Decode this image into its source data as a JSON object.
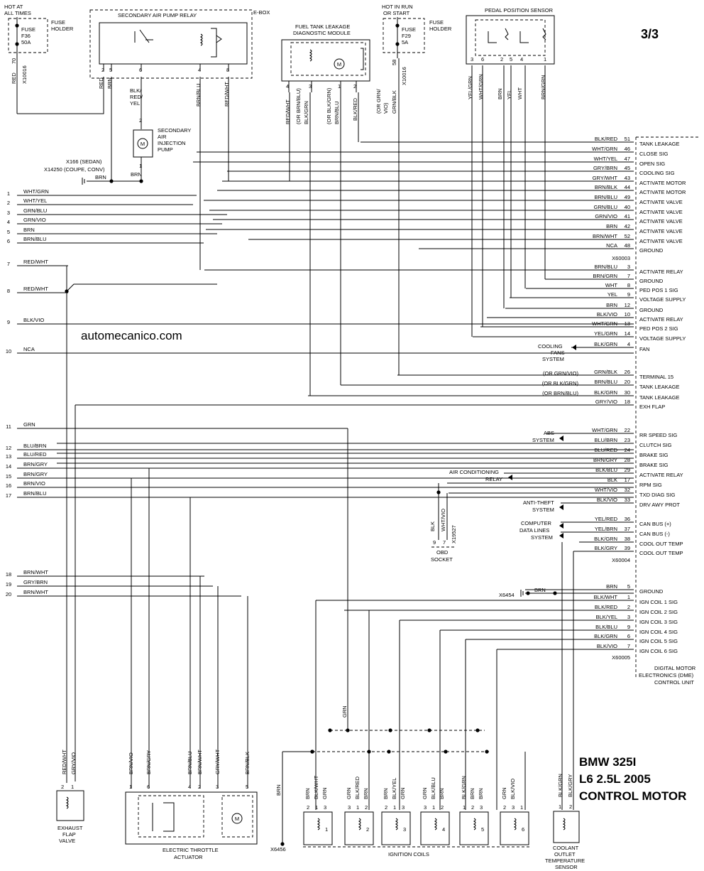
{
  "title": {
    "page": "3/3",
    "line1": "BMW 325I",
    "line2": "L6 2.5L 2005",
    "line3": "CONTROL MOTOR",
    "watermark": "automecanico.com"
  },
  "top": {
    "hot_all_times": [
      "HOT AT",
      "ALL TIMES"
    ],
    "fuse_f36": [
      "FUSE",
      "F36",
      "50A"
    ],
    "fuse_holder_1": [
      "FUSE",
      "HOLDER"
    ],
    "wire_70": "70",
    "wire_red": "RED",
    "conn_x10016": "X10016",
    "relay_title": "SECONDARY AIR PUMP RELAY",
    "ebox": "E-BOX",
    "relay_pins": [
      "2",
      "5",
      "6",
      "4",
      "8"
    ],
    "relay_wires": [
      "RED",
      "BRN",
      "BLK/",
      "RED/",
      "YEL",
      "BRN/BLU",
      "RED/WHT"
    ],
    "pump_pin_top": "2",
    "pump_pin_bot": "1",
    "pump_label": [
      "SECONDARY",
      "AIR",
      "INJECTION",
      "PUMP"
    ],
    "ground_label": [
      "X166 (SEDAN)",
      "X14250 (COUPE, CONV)"
    ],
    "ground_brn": [
      "BRN",
      "BRN"
    ],
    "dm_title": [
      "FUEL TANK LEAKAGE",
      "DIAGNOSTIC MODULE"
    ],
    "dm_pins": [
      "4",
      "3",
      "1",
      "2"
    ],
    "dm_wires": [
      "RED/WHT",
      "(OR BRN/BLU)",
      "BLK/GRN",
      "(OR BLK/GRN)",
      "BRN/BLU",
      "BLK/RED"
    ],
    "hot_run": [
      "HOT IN RUN",
      "OR START"
    ],
    "fuse_f29": [
      "FUSE",
      "F29",
      "5A"
    ],
    "fuse_holder_2": [
      "FUSE",
      "HOLDER"
    ],
    "wire_58": "58",
    "hot_run_wires": [
      "(OR GRN/",
      "VIO)",
      "GRN/BLK"
    ],
    "pedal_title": "PEDAL POSITION SENSOR",
    "pedal_pins": [
      "3",
      "6",
      "2",
      "5",
      "4",
      "1"
    ],
    "pedal_wires": [
      "YEL/GRN",
      "WHT/GRN",
      "BRN",
      "YEL",
      "WHT",
      "BRN/GRN"
    ]
  },
  "left_wires": [
    {
      "num": "1",
      "label": "WHT/GRN"
    },
    {
      "num": "2",
      "label": "WHT/YEL"
    },
    {
      "num": "3",
      "label": "GRN/BLU"
    },
    {
      "num": "4",
      "label": "GRN/VIO"
    },
    {
      "num": "5",
      "label": "BRN"
    },
    {
      "num": "6",
      "label": "BRN/BLU"
    },
    {
      "num": "7",
      "label": "RED/WHT"
    },
    {
      "num": "8",
      "label": "RED/WHT"
    },
    {
      "num": "9",
      "label": "BLK/VIO"
    },
    {
      "num": "10",
      "label": "NCA"
    },
    {
      "num": "11",
      "label": "GRN"
    },
    {
      "num": "12",
      "label": "BLU/BRN"
    },
    {
      "num": "13",
      "label": "BLU/RED"
    },
    {
      "num": "14",
      "label": "BRN/GRY"
    },
    {
      "num": "15",
      "label": "BRN/GRY"
    },
    {
      "num": "16",
      "label": "BRN/VIO"
    },
    {
      "num": "17",
      "label": "BRN/BLU"
    },
    {
      "num": "18",
      "label": "BRN/WHT"
    },
    {
      "num": "19",
      "label": "GRY/BRN"
    },
    {
      "num": "20",
      "label": "BRN/WHT"
    }
  ],
  "dme": {
    "rows": [
      {
        "wire": "BLK/RED",
        "pin": "51",
        "func": "TANK LEAKAGE"
      },
      {
        "wire": "WHT/GRN",
        "pin": "46",
        "func": "CLOSE SIG"
      },
      {
        "wire": "WHT/YEL",
        "pin": "47",
        "func": "OPEN SIG"
      },
      {
        "wire": "GRY/BRN",
        "pin": "45",
        "func": "COOLING SIG"
      },
      {
        "wire": "GRY/WHT",
        "pin": "43",
        "func": "ACTIVATE MOTOR"
      },
      {
        "wire": "BRN/BLK",
        "pin": "44",
        "func": "ACTIVATE MOTOR"
      },
      {
        "wire": "BRN/BLU",
        "pin": "49",
        "func": "ACTIVATE VALVE"
      },
      {
        "wire": "GRN/BLU",
        "pin": "40",
        "func": "ACTIVATE VALVE"
      },
      {
        "wire": "GRN/VIO",
        "pin": "41",
        "func": "ACTIVATE VALVE"
      },
      {
        "wire": "BRN",
        "pin": "42",
        "func": "ACTIVATE VALVE"
      },
      {
        "wire": "BRN/WHT",
        "pin": "52",
        "func": "ACTIVATE VALVE"
      },
      {
        "wire": "NCA",
        "pin": "48",
        "func": "GROUND"
      },
      {
        "wire": "BRN/BLU",
        "pin": "3",
        "func": "ACTIVATE RELAY"
      },
      {
        "wire": "BRN/GRN",
        "pin": "7",
        "func": "GROUND"
      },
      {
        "wire": "WHT",
        "pin": "8",
        "func": "PED POS 1 SIG"
      },
      {
        "wire": "YEL",
        "pin": "9",
        "func": "VOLTAGE SUPPLY"
      },
      {
        "wire": "BRN",
        "pin": "12",
        "func": "GROUND"
      },
      {
        "wire": "BLK/VIO",
        "pin": "10",
        "func": "ACTIVATE RELAY"
      },
      {
        "wire": "WHT/GRN",
        "pin": "13",
        "func": "PED POS 2 SIG"
      },
      {
        "wire": "YEL/GRN",
        "pin": "14",
        "func": "VOLTAGE SUPPLY"
      },
      {
        "wire": "BLK/GRN",
        "pin": "4",
        "func": "FAN"
      },
      {
        "wire": "GRN/BLK",
        "pin": "26",
        "func": "TERMINAL 15"
      },
      {
        "wire": "BRN/BLU",
        "pin": "20",
        "func": "TANK LEAKAGE"
      },
      {
        "wire": "BLK/GRN",
        "pin": "30",
        "func": "TANK LEAKAGE"
      },
      {
        "wire": "GRY/VIO",
        "pin": "18",
        "func": "EXH FLAP"
      },
      {
        "wire": "WHT/GRN",
        "pin": "22",
        "func": "RR SPEED SIG"
      },
      {
        "wire": "BLU/BRN",
        "pin": "23",
        "func": "CLUTCH SIG"
      },
      {
        "wire": "BLU/RED",
        "pin": "24",
        "func": "BRAKE SIG"
      },
      {
        "wire": "BRN/GRY",
        "pin": "28",
        "func": "BRAKE SIG"
      },
      {
        "wire": "BLK/BLU",
        "pin": "29",
        "func": "ACTIVATE RELAY"
      },
      {
        "wire": "BLK",
        "pin": "17",
        "func": "RPM SIG"
      },
      {
        "wire": "WHT/VIO",
        "pin": "32",
        "func": "TXD DIAG SIG"
      },
      {
        "wire": "BLK/VIO",
        "pin": "33",
        "func": "DRV AWY PROT"
      },
      {
        "wire": "YEL/RED",
        "pin": "36",
        "func": "CAN BUS (+)"
      },
      {
        "wire": "YEL/BRN",
        "pin": "37",
        "func": "CAN BUS (-)"
      },
      {
        "wire": "BLK/GRN",
        "pin": "38",
        "func": "COOL OUT TEMP"
      },
      {
        "wire": "BLK/GRY",
        "pin": "39",
        "func": "COOL OUT TEMP"
      },
      {
        "wire": "BRN",
        "pin": "5",
        "func": "GROUND"
      },
      {
        "wire": "BLK/WHT",
        "pin": "1",
        "func": "IGN COIL 1 SIG"
      },
      {
        "wire": "BLK/RED",
        "pin": "2",
        "func": "IGN COIL 2 SIG"
      },
      {
        "wire": "BLK/YEL",
        "pin": "3",
        "func": "IGN COIL 3 SIG"
      },
      {
        "wire": "BLK/BLU",
        "pin": "9",
        "func": "IGN COIL 4 SIG"
      },
      {
        "wire": "BLK/GRN",
        "pin": "6",
        "func": "IGN COIL 5 SIG"
      },
      {
        "wire": "BLK/VIO",
        "pin": "7",
        "func": "IGN COIL 6 SIG"
      }
    ],
    "connectors": [
      "X60003",
      "X60004",
      "X60005"
    ],
    "alt_wires": [
      "(OR GRN/VIO)",
      "(OR BLK/GRN)",
      "(OR BRN/BLU)"
    ],
    "name": [
      "DIGITAL MOTOR",
      "ELECTRONICS (DME)",
      "CONTROL UNIT"
    ]
  },
  "right_systems": {
    "cooling_fans": [
      "COOLING",
      "FANS",
      "SYSTEM"
    ],
    "abs": [
      "ABS",
      "SYSTEM"
    ],
    "ac": [
      "AIR CONDITIONING",
      "RELAY"
    ],
    "antitheft": [
      "ANTI-THEFT",
      "SYSTEM"
    ],
    "computer": [
      "COMPUTER",
      "DATA LINES",
      "SYSTEM"
    ],
    "obd": [
      "OBD",
      "SOCKET"
    ],
    "obd_pins": [
      "9",
      "7"
    ],
    "obd_wires": [
      "BLK",
      "WHT/VIO"
    ],
    "obd_conn": "X19527",
    "ground_x6454": "X6454",
    "ground_brn": "BRN"
  },
  "bottom": {
    "exhaust": {
      "name": [
        "EXHAUST",
        "FLAP",
        "VALVE"
      ],
      "pins": [
        "2",
        "1"
      ],
      "wires": [
        "RED/WHT",
        "GRY/VIO"
      ]
    },
    "throttle": {
      "name": [
        "ELECTRIC THROTTLE",
        "ACTUATOR"
      ],
      "pins": [
        "1",
        "6",
        "4",
        "2",
        "3",
        "5"
      ],
      "wires": [
        "BRN/VIO",
        "BRN/GRY",
        "BRN/BLU",
        "BRN/WHT",
        "GRY/WHT",
        "BRN/BLK"
      ]
    },
    "ground_x6456": "X6456",
    "ground_wire": "BRN",
    "coils_wire_top": "GRN",
    "coils": [
      {
        "num": "1",
        "wires": [
          "BRN",
          "BLK/WHT",
          "GRN"
        ],
        "pins": [
          "2",
          "1",
          "3"
        ]
      },
      {
        "num": "2",
        "wires": [
          "GRN",
          "BLK/RED",
          "BRN"
        ],
        "pins": [
          "3",
          "1",
          "2"
        ]
      },
      {
        "num": "3",
        "wires": [
          "BRN",
          "BLK/YEL",
          "GRN"
        ],
        "pins": [
          "2",
          "1",
          "3"
        ]
      },
      {
        "num": "4",
        "wires": [
          "GRN",
          "BLK/BLU",
          "BRN"
        ],
        "pins": [
          "3",
          "1",
          "2"
        ]
      },
      {
        "num": "5",
        "wires": [
          "BLK/GRN",
          "BRN",
          "BRN"
        ],
        "pins": [
          "1",
          "2",
          "3"
        ]
      },
      {
        "num": "6",
        "wires": [
          "GRN",
          "BLK/VIO"
        ],
        "pins": [
          "2",
          "3",
          "1"
        ]
      }
    ],
    "coils_name": "IGNITION COILS",
    "coolant": {
      "name": [
        "COOLANT",
        "OUTLET",
        "TEMPERATURE",
        "SENSOR"
      ],
      "pins": [
        "1",
        "2"
      ],
      "wires": [
        "BLK/GRN",
        "BLK/GRY"
      ]
    }
  }
}
